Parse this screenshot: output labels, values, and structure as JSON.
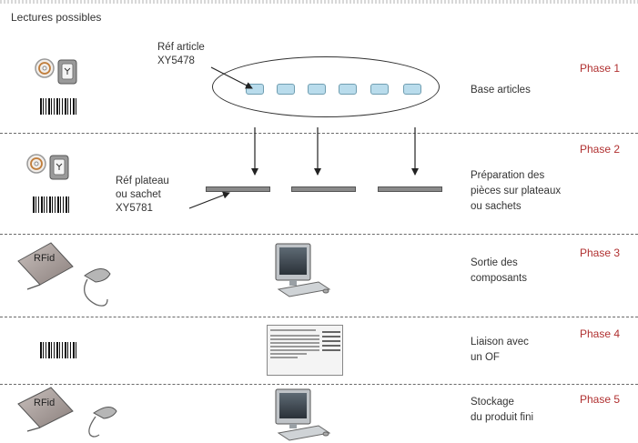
{
  "title": "Lectures possibles",
  "phases": [
    {
      "label": "Phase 1",
      "description": "Base articles"
    },
    {
      "label": "Phase 2",
      "description": "Préparation des\npièces sur plateaux\nou sachets"
    },
    {
      "label": "Phase 3",
      "description": "Sortie des\ncomposants"
    },
    {
      "label": "Phase 4",
      "description": "Liaison avec\nun OF"
    },
    {
      "label": "Phase 5",
      "description": "Stockage\ndu produit fini"
    }
  ],
  "ref_article": "Réf article\nXY5478",
  "ref_plateau": "Réf plateau\nou sachet\nXY5781",
  "rfid_label": "RFid",
  "colors": {
    "phase": "#b03030",
    "cell": "#b9dcec"
  }
}
